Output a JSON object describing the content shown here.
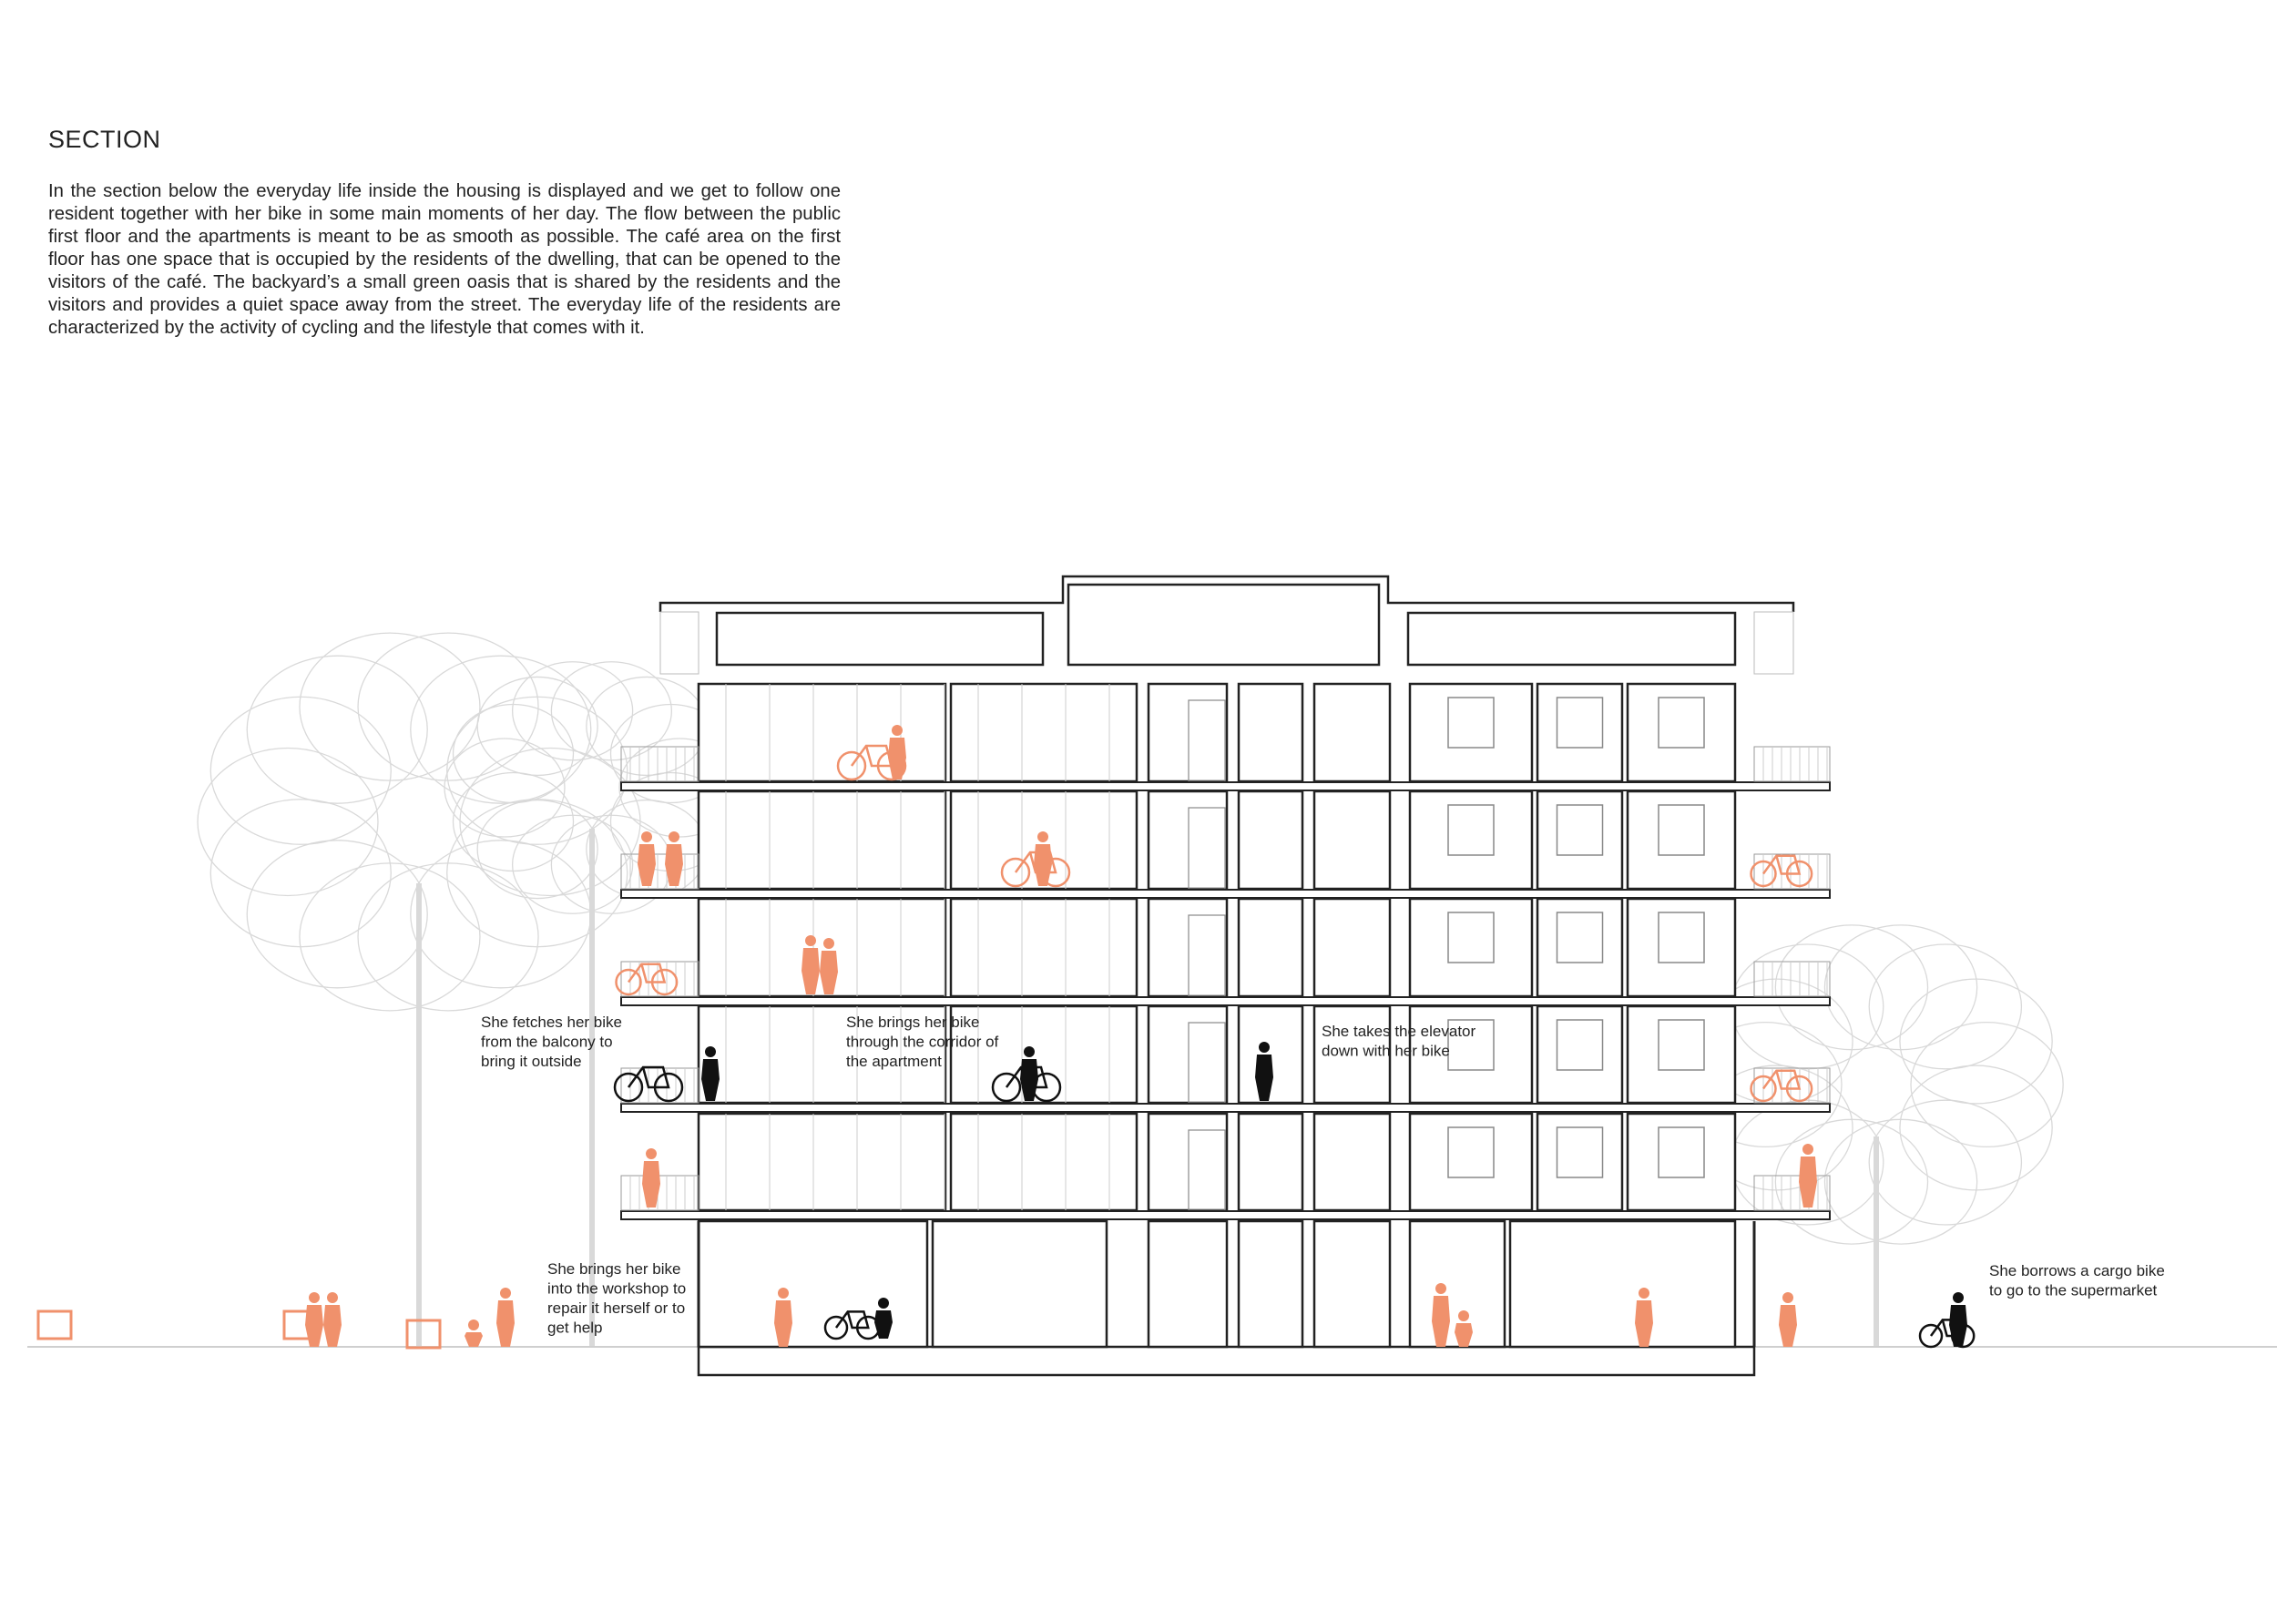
{
  "header": {
    "title": "SECTION",
    "intro": "In the section below the everyday life inside the housing is displayed and we get to follow one resident together with her bike in some main moments of her day. The flow between the public first floor and the apartments is meant to be as smooth as possible. The café area on the first floor has one space that is occupied by the residents of the dwelling, that can be opened to the visitors of the café. The backyard’s a small green oasis that is shared by the residents and the visitors and provides a quiet space away from the street. The everyday life of the residents are characterized by the activity of cycling and the lifestyle that comes with it."
  },
  "annotations": {
    "balcony": [
      "She fetches her bike",
      "from the balcony to",
      "bring it outside"
    ],
    "corridor": [
      "She brings her bike",
      "through the corridor of",
      "the apartment"
    ],
    "elevator": [
      "She takes the elevator",
      "down with her bike"
    ],
    "workshop": [
      "She brings her bike",
      "into the workshop to",
      "repair it herself or to",
      "get help"
    ],
    "cargo": [
      "She borrows a cargo bike",
      "to go to the supermarket"
    ]
  },
  "colors": {
    "accent": "#f0916c",
    "line": "#222222",
    "tree": "#d9d9d9"
  }
}
